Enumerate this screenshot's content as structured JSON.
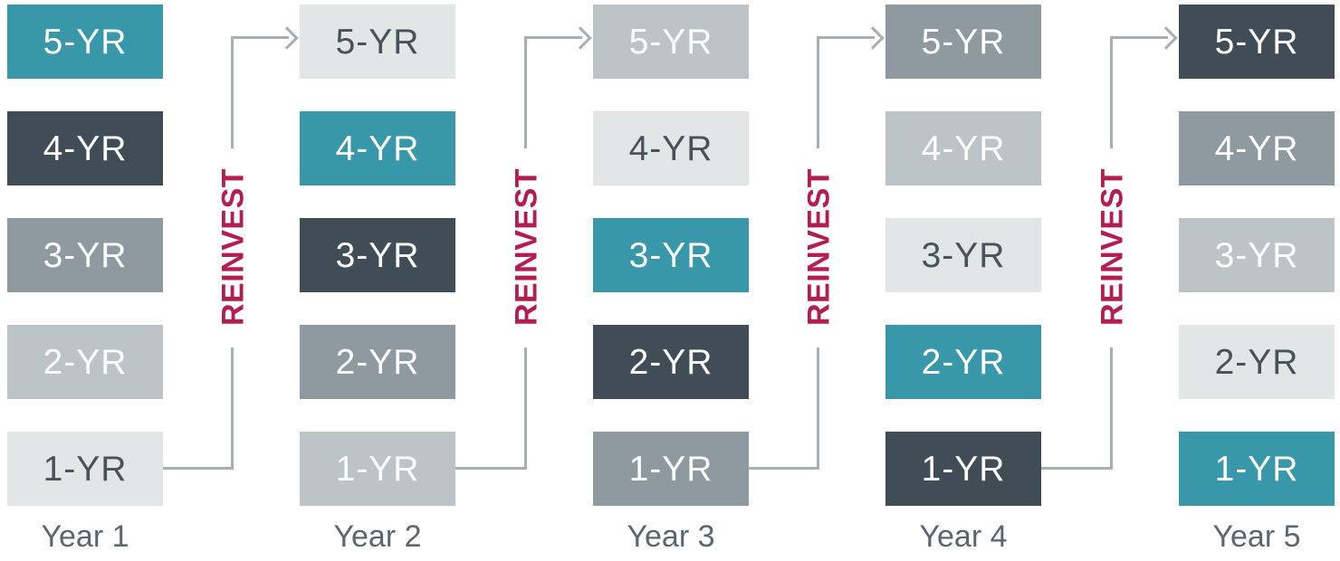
{
  "diagram": {
    "name": "bond-ladder-reinvestment",
    "reinvest_label": "REINVEST",
    "colors": {
      "teal": "#3997aa",
      "dark_slate": "#414d56",
      "mid_gray": "#8e99a0",
      "light_gray_blue": "#bcc4c8",
      "lightest_gray": "#e3e6e7",
      "white_text": "#ffffff",
      "dark_text": "#47525a",
      "arrow": "#a7aeb4",
      "reinvest_text": "#b11e4f",
      "year_label": "#5b676f"
    },
    "columns": [
      {
        "year_label": "Year 1",
        "boxes": [
          {
            "label": "5-YR",
            "bg": "teal",
            "text": "white_text"
          },
          {
            "label": "4-YR",
            "bg": "dark_slate",
            "text": "white_text"
          },
          {
            "label": "3-YR",
            "bg": "mid_gray",
            "text": "white_text"
          },
          {
            "label": "2-YR",
            "bg": "light_gray_blue",
            "text": "white_text"
          },
          {
            "label": "1-YR",
            "bg": "lightest_gray",
            "text": "dark_text"
          }
        ]
      },
      {
        "year_label": "Year 2",
        "boxes": [
          {
            "label": "5-YR",
            "bg": "lightest_gray",
            "text": "dark_text"
          },
          {
            "label": "4-YR",
            "bg": "teal",
            "text": "white_text"
          },
          {
            "label": "3-YR",
            "bg": "dark_slate",
            "text": "white_text"
          },
          {
            "label": "2-YR",
            "bg": "mid_gray",
            "text": "white_text"
          },
          {
            "label": "1-YR",
            "bg": "light_gray_blue",
            "text": "white_text"
          }
        ]
      },
      {
        "year_label": "Year 3",
        "boxes": [
          {
            "label": "5-YR",
            "bg": "light_gray_blue",
            "text": "white_text"
          },
          {
            "label": "4-YR",
            "bg": "lightest_gray",
            "text": "dark_text"
          },
          {
            "label": "3-YR",
            "bg": "teal",
            "text": "white_text"
          },
          {
            "label": "2-YR",
            "bg": "dark_slate",
            "text": "white_text"
          },
          {
            "label": "1-YR",
            "bg": "mid_gray",
            "text": "white_text"
          }
        ]
      },
      {
        "year_label": "Year 4",
        "boxes": [
          {
            "label": "5-YR",
            "bg": "mid_gray",
            "text": "white_text"
          },
          {
            "label": "4-YR",
            "bg": "light_gray_blue",
            "text": "white_text"
          },
          {
            "label": "3-YR",
            "bg": "lightest_gray",
            "text": "dark_text"
          },
          {
            "label": "2-YR",
            "bg": "teal",
            "text": "white_text"
          },
          {
            "label": "1-YR",
            "bg": "dark_slate",
            "text": "white_text"
          }
        ]
      },
      {
        "year_label": "Year 5",
        "boxes": [
          {
            "label": "5-YR",
            "bg": "dark_slate",
            "text": "white_text"
          },
          {
            "label": "4-YR",
            "bg": "mid_gray",
            "text": "white_text"
          },
          {
            "label": "3-YR",
            "bg": "light_gray_blue",
            "text": "white_text"
          },
          {
            "label": "2-YR",
            "bg": "lightest_gray",
            "text": "dark_text"
          },
          {
            "label": "1-YR",
            "bg": "teal",
            "text": "white_text"
          }
        ]
      }
    ]
  }
}
